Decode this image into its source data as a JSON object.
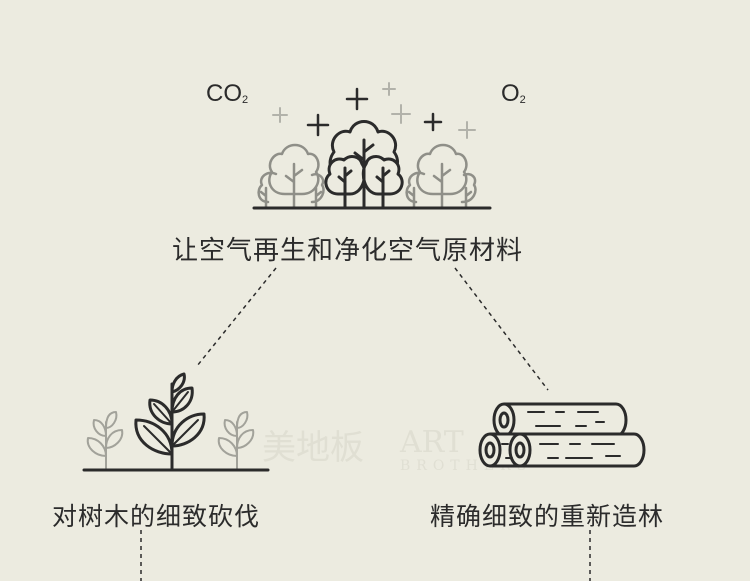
{
  "co2": {
    "main": "CO",
    "sub": "2"
  },
  "o2": {
    "main": "O",
    "sub": "2"
  },
  "top_label": "让空气再生和净化空气原材料",
  "left_label": "对树木的细致砍伐",
  "right_label": "精确细致的重新造林",
  "watermark": {
    "cn": "美地板",
    "en1": "ART",
    "en2": "BROTHERS"
  },
  "icons": [
    "forest-icon",
    "seedling-icon",
    "logs-icon"
  ]
}
